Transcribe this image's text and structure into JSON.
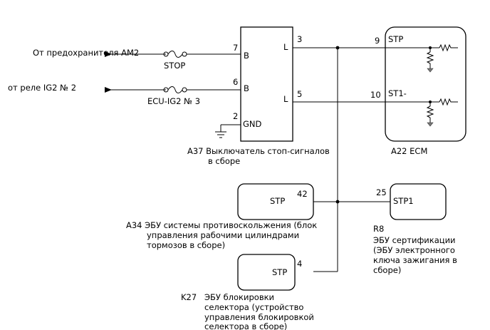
{
  "inputs": {
    "am2_source": "От предохранителя AM2",
    "ig2_source": "от реле IG2 № 2"
  },
  "fuses": {
    "stop": "STOP",
    "ecu_ig2": "ECU-IG2 № 3"
  },
  "a37": {
    "pin7": "7",
    "pin6": "6",
    "pin2": "2",
    "pin3": "3",
    "pin5": "5",
    "b_top": "B",
    "b_bottom": "B",
    "gnd": "GND",
    "l_top": "L",
    "l_bottom": "L",
    "caption_line1": "A37  Выключатель стоп-сигналов",
    "caption_line2": "в сборе"
  },
  "a22": {
    "pin9": "9",
    "pin10": "10",
    "stp": "STP",
    "st1": "ST1-",
    "caption": "A22  ECM"
  },
  "a34": {
    "pin": "42",
    "label": "STP",
    "caption_line1": "A34  ЭБУ системы противоскольжения (блок",
    "caption_line2": "управления рабочими цилиндрами",
    "caption_line3": "тормозов в сборе)"
  },
  "r8": {
    "pin": "25",
    "label": "STP1",
    "caption_line1": "R8",
    "caption_line2": "ЭБУ сертификации",
    "caption_line3": "(ЭБУ электронного",
    "caption_line4": "ключа зажигания в",
    "caption_line5": "сборе)"
  },
  "k27": {
    "pin": "4",
    "label": "STP",
    "caption_line1": "K27",
    "caption_line2": "ЭБУ блокировки",
    "caption_line3": "селектора (устройство",
    "caption_line4": "управления блокировкой",
    "caption_line5": "селектора в сборе)"
  }
}
